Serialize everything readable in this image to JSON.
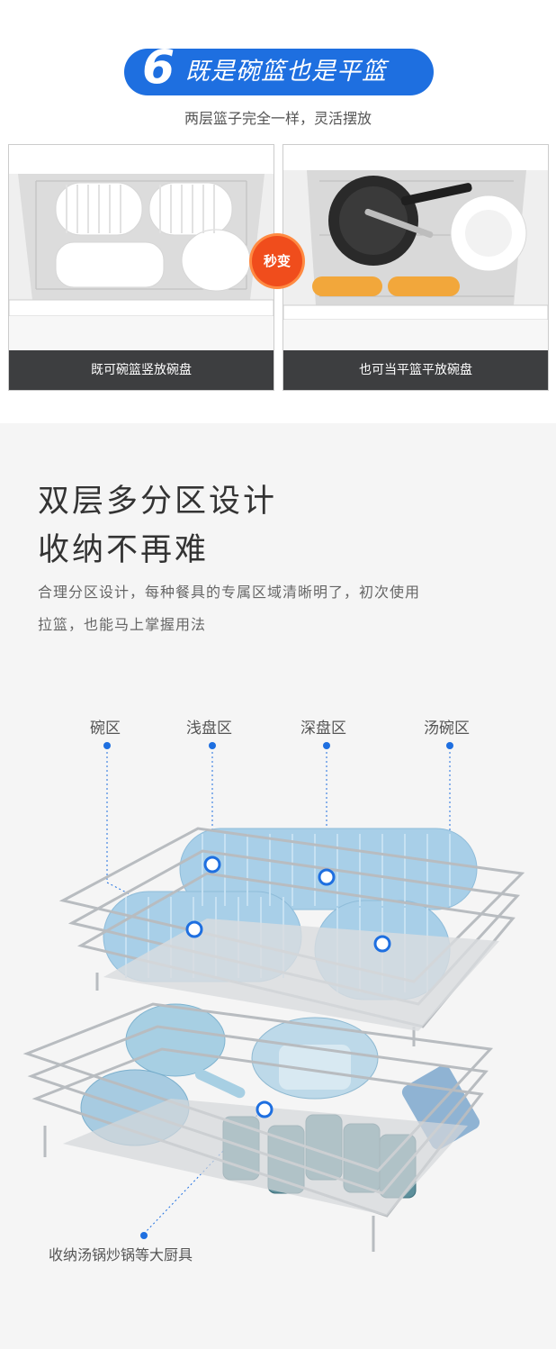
{
  "header": {
    "number": "6",
    "title": "既是碗篮也是平篮",
    "subtitle": "两层篮子完全一样，灵活摆放"
  },
  "photos": {
    "left_caption": "既可碗篮竖放碗盘",
    "right_caption": "也可当平篮平放碗盘",
    "badge": "秒变"
  },
  "section": {
    "heading_line1": "双层多分区设计",
    "heading_line2": "收纳不再难",
    "desc_line1": "合理分区设计，每种餐具的专属区域清晰明了，初次使用",
    "desc_line2": "拉篮，也能马上掌握用法"
  },
  "zones": [
    "碗区",
    "浅盘区",
    "深盘区",
    "汤碗区"
  ],
  "bottom_label": "收纳汤锅炒锅等大厨具",
  "colors": {
    "accent": "#1e6fe0",
    "badge": "#f04d1c",
    "dish": "#a8cfe8",
    "caption_bar": "#3d3e40"
  }
}
